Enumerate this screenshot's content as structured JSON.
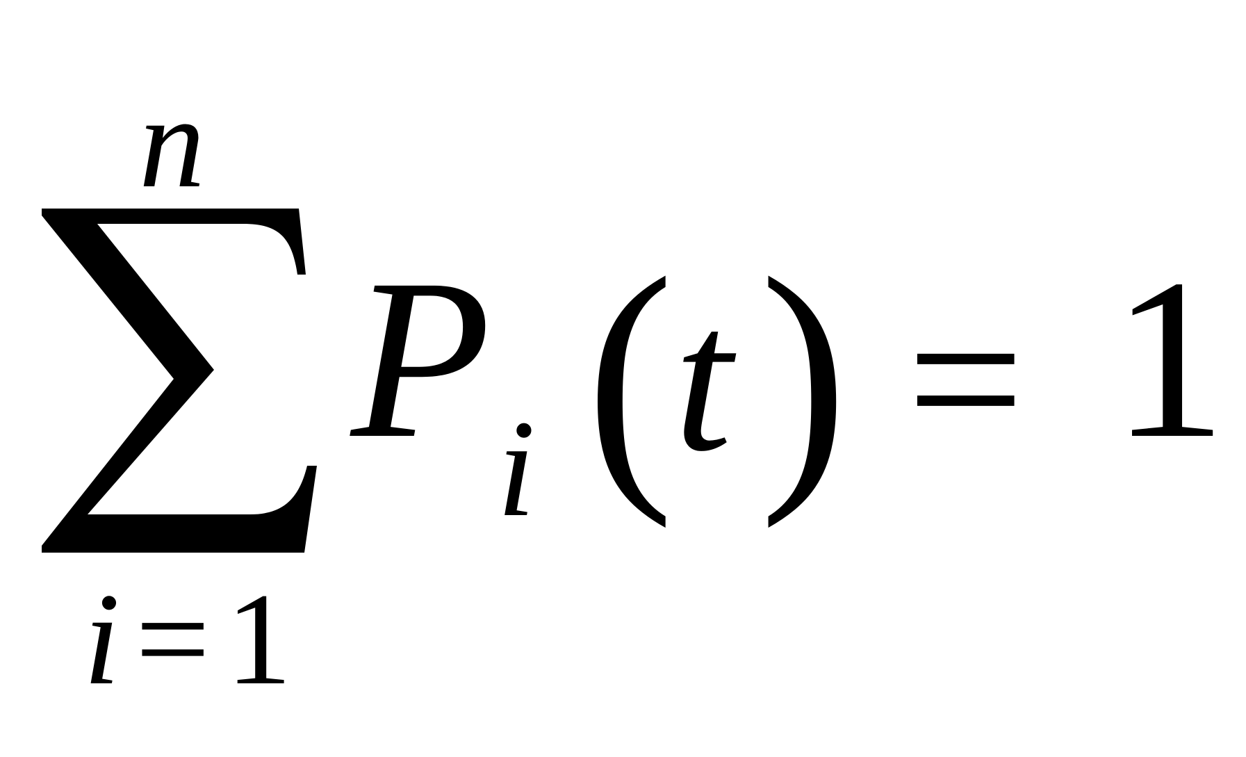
{
  "equation": {
    "operator_icon": "summation-sigma",
    "upper_limit": "n",
    "lower_limit": {
      "index": "i",
      "equals": "=",
      "value": "1"
    },
    "function": "P",
    "subscript": "i",
    "open_paren": "(",
    "argument": "t",
    "close_paren": ")",
    "equals": "=",
    "rhs": "1"
  }
}
